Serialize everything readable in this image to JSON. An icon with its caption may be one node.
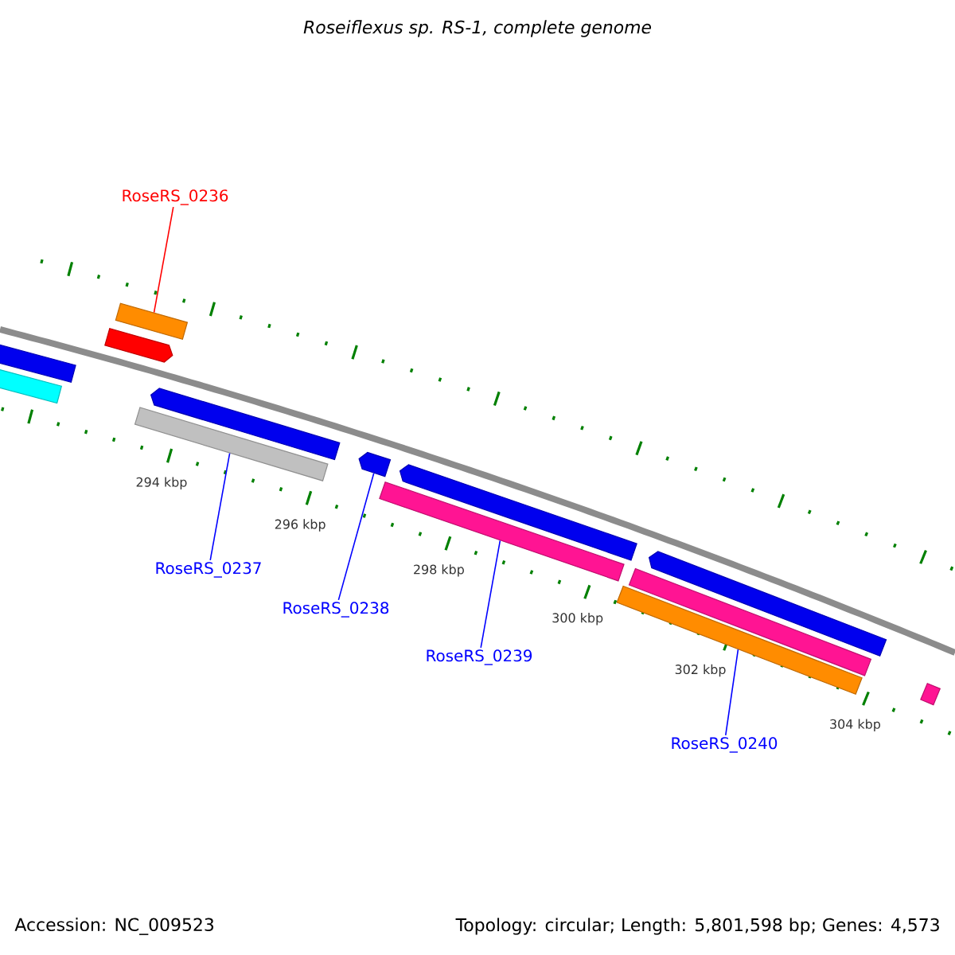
{
  "diagram": {
    "title": "Roseiflexus sp. RS-1, complete genome",
    "nodes": [
      {
        "text": [
          "RoseRS_0236"
        ]
      },
      {
        "text": [],
        "shape": "bar"
      },
      {
        "text": [
          "RoseRS_0237"
        ]
      },
      {
        "text": [],
        "shape": "bar"
      },
      {
        "text": [
          "RoseRS_0238"
        ]
      },
      {
        "text": [],
        "shape": "bar"
      },
      {
        "text": [
          "RoseRS_0239"
        ]
      },
      {
        "text": [],
        "shape": "bar"
      },
      {
        "text": [
          "RoseRS_0240"
        ]
      },
      {
        "text": [],
        "shape": "bar"
      }
    ],
    "edges": [
      {
        "from": 0,
        "to": 1,
        "arrow": "none",
        "color": "#ff0000"
      },
      {
        "from": 2,
        "to": 3,
        "arrow": "none"
      },
      {
        "from": 4,
        "to": 5,
        "arrow": "none"
      },
      {
        "from": 6,
        "to": 7,
        "arrow": "none"
      },
      {
        "from": 8,
        "to": 9,
        "arrow": "none"
      }
    ],
    "labels": [
      "294 kbp",
      "296 kbp",
      "298 kbp",
      "300 kbp",
      "302 kbp",
      "304 kbp",
      "Accession: NC_009523",
      "Topology: circular; Length: 5,801,598 bp; Genes: 4,573"
    ]
  }
}
